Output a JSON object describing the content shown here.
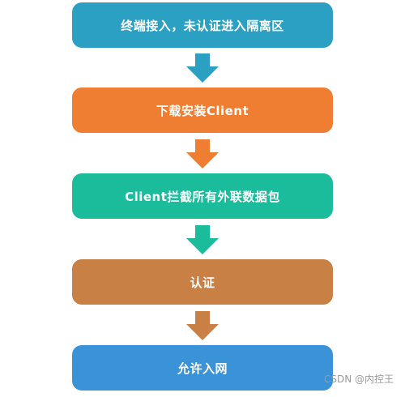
{
  "flowchart": {
    "steps": [
      {
        "label": "终端接入，未认证进入隔离区",
        "color": "#2ba0c2"
      },
      {
        "label": "下载安装Client",
        "color": "#ef7e32"
      },
      {
        "label": "Client拦截所有外联数据包",
        "color": "#1bbc9b"
      },
      {
        "label": "认证",
        "color": "#c88045"
      },
      {
        "label": "允许入网",
        "color": "#3a93d7"
      }
    ],
    "arrows": [
      {
        "color": "#2ba0c2"
      },
      {
        "color": "#ef7e32"
      },
      {
        "color": "#1bbc9b"
      },
      {
        "color": "#c88045"
      }
    ]
  },
  "watermark": {
    "text": "CSDN @内控王"
  }
}
